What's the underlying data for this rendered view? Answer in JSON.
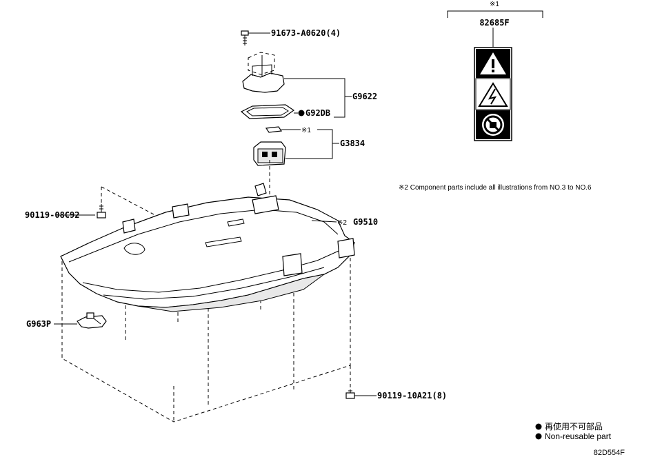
{
  "labels": {
    "bolt_top": "91673-A0620(4)",
    "g9622": "G9622",
    "g92db": "G92DB",
    "ref1_small": "※1",
    "g3834": "G3834",
    "bolt_left": "90119-08C92",
    "g9510_mark": "※2",
    "g9510": "G9510",
    "g963p": "G963P",
    "bolt_bottom": "90119-10A21(8)"
  },
  "label_panel": {
    "ref": "※1",
    "part": "82685F"
  },
  "note2": "※2 Component parts include all illustrations from NO.3 to NO.6",
  "legend": {
    "jp": "再使用不可部品",
    "en": "Non-reusable part"
  },
  "diagram_code": "82D554F"
}
